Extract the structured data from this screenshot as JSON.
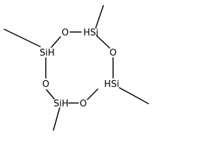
{
  "molecule": {
    "atoms": {
      "o_top": "O",
      "si_top_right": "HSi",
      "si_left": "SiH",
      "o_right": "O",
      "o_left": "O",
      "si_right": "HSi",
      "si_bottom": "SiH",
      "o_bottom": "O"
    }
  }
}
